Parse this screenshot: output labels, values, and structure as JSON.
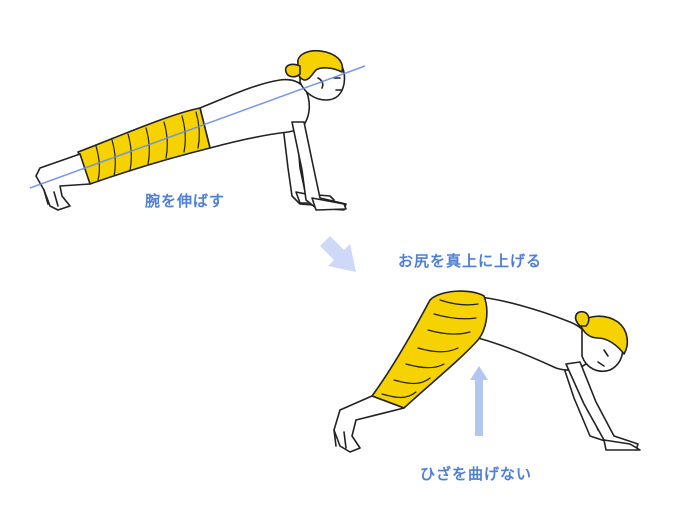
{
  "captions": {
    "extend_arms": "腕を伸ばす",
    "raise_hips": "お尻を真上に上げる",
    "no_bend_knees": "ひざを曲げない"
  },
  "icons": {
    "transition_arrow": "arrow-down-right",
    "lift_arrow": "arrow-up"
  },
  "colors": {
    "caption_text": "#4f7fd6",
    "accent_yellow": "#f5d200",
    "outline": "#222222",
    "guide_line": "#6a8fe6",
    "arrow_fill": "#cdd9f7",
    "lift_arrow_fill": "#b3c6f2"
  }
}
